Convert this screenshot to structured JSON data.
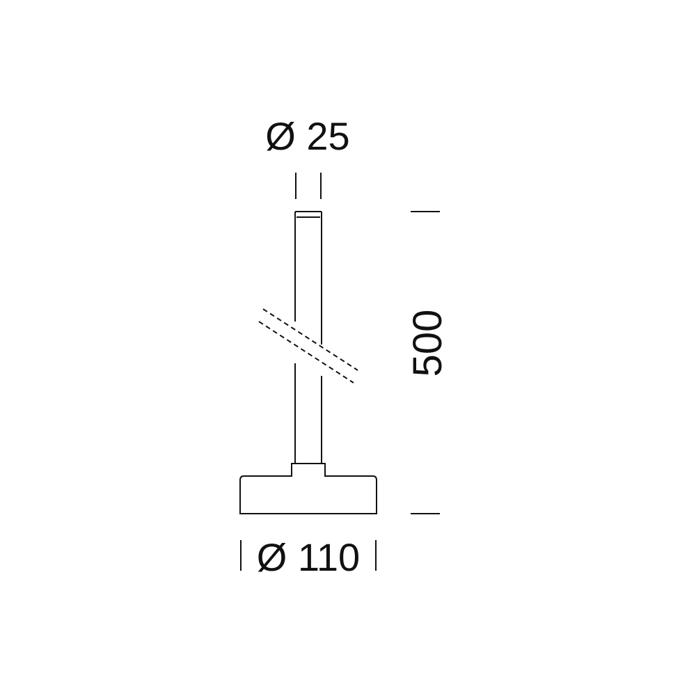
{
  "dimensions": {
    "shaft_diameter": "Ø 25",
    "base_diameter": "Ø 110",
    "height": "500"
  },
  "colors": {
    "line": "#111111",
    "background": "#ffffff"
  }
}
